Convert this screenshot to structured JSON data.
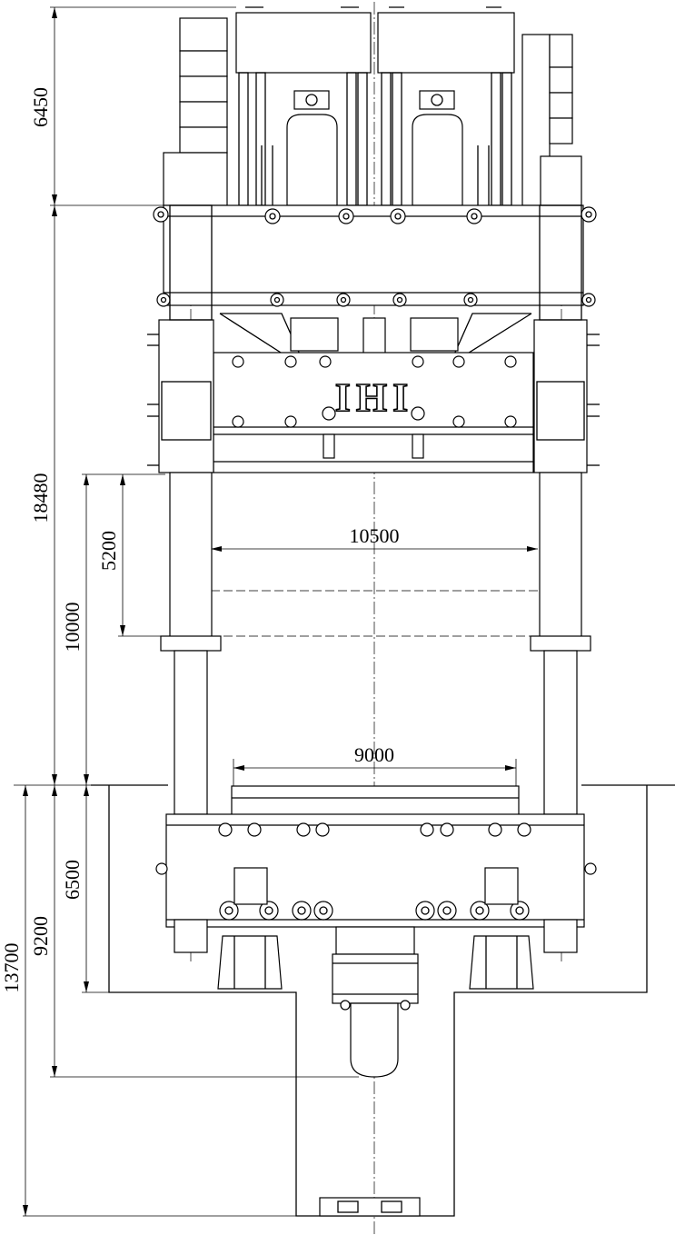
{
  "drawing": {
    "logo_text": "IHI",
    "dimensions": {
      "top_height": "6450",
      "total_frame_height": "18480",
      "daylight": "10000",
      "stroke": "5200",
      "column_spacing": "10500",
      "table_width": "9000",
      "base_height_inner": "6500",
      "base_height_mid": "9200",
      "pit_depth": "13700"
    }
  }
}
